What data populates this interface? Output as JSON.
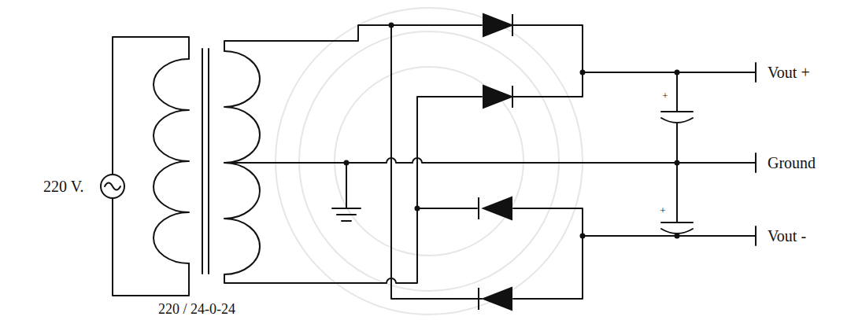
{
  "diagram": {
    "labels": [
      "220 V.",
      "220 / 24-0-24",
      "Vout +",
      "Ground",
      "Vout -",
      "+",
      "+"
    ]
  }
}
